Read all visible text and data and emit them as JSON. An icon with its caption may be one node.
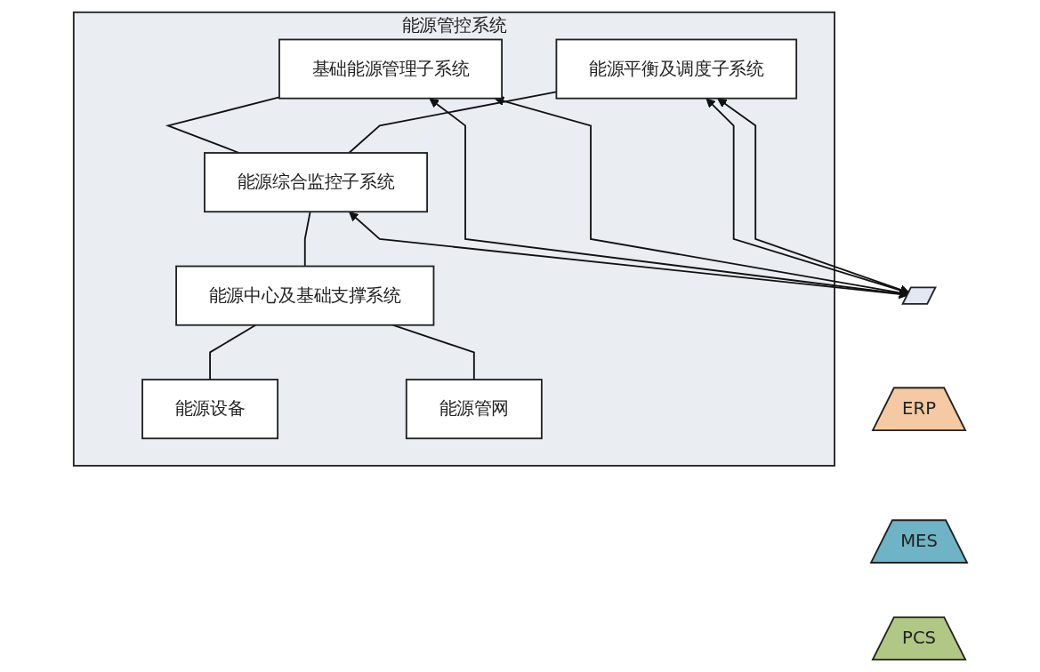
{
  "diagram": {
    "nodes": [
      {
        "text": [
          "能源管控系统"
        ]
      },
      {
        "text": [
          "能源平衡及调度子系统"
        ],
        "in": 0
      },
      {
        "text": [
          "基础能源管理子系统"
        ],
        "in": 0
      },
      {
        "text": [
          "能源综合监控子系统"
        ],
        "in": 0
      },
      {
        "text": [
          "能源中心及基础支撑系统"
        ],
        "in": 0
      },
      {
        "text": [
          "能源设备"
        ],
        "in": 0
      },
      {
        "text": [
          "能源管网"
        ],
        "in": 0
      },
      {
        "text": [
          "ERP"
        ]
      },
      {
        "text": [
          "MES"
        ]
      },
      {
        "text": [
          "PCS"
        ]
      },
      {
        "text": [],
        "shape": "bar"
      }
    ],
    "edges": [
      {
        "from": 1,
        "to": 3,
        "arrow": "none"
      },
      {
        "from": 2,
        "to": 3,
        "arrow": "none"
      },
      {
        "from": 3,
        "to": 4,
        "arrow": "none"
      },
      {
        "from": 4,
        "to": 5,
        "arrow": "none"
      },
      {
        "from": 4,
        "to": 6,
        "arrow": "none"
      },
      {
        "from": 1,
        "to": 10,
        "arrow": "both"
      },
      {
        "from": 1,
        "to": 10,
        "arrow": "both"
      },
      {
        "from": 2,
        "to": 10,
        "arrow": "both"
      },
      {
        "from": 2,
        "to": 10,
        "arrow": "both"
      },
      {
        "from": 3,
        "to": 10,
        "arrow": "both"
      }
    ]
  }
}
